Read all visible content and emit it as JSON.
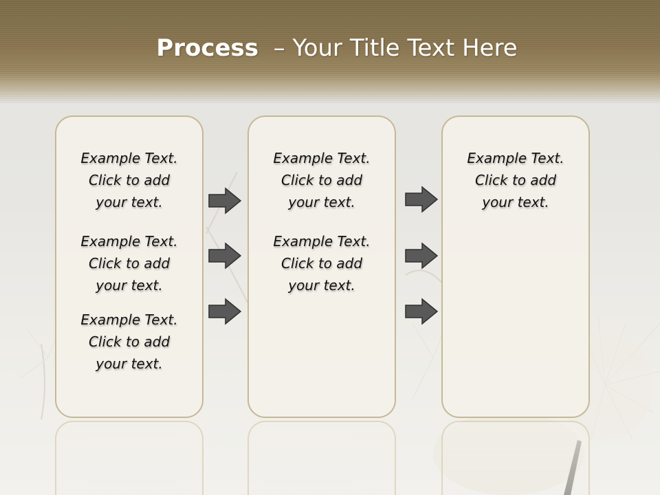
{
  "title": {
    "bold": "Process",
    "rest": "– Your Title Text Here"
  },
  "columns": [
    {
      "blocks": [
        {
          "line1": "Example Text.",
          "line2": "Click  to add",
          "line3": "your text."
        },
        {
          "line1": "Example Text.",
          "line2": "Click  to add",
          "line3": "your text."
        },
        {
          "line1": "Example Text.",
          "line2": "Click  to add",
          "line3": "your text."
        }
      ]
    },
    {
      "blocks": [
        {
          "line1": "Example Text.",
          "line2": "Click  to add",
          "line3": "your text."
        },
        {
          "line1": "Example Text.",
          "line2": "Click  to add",
          "line3": "your text."
        }
      ]
    },
    {
      "blocks": [
        {
          "line1": "Example Text.",
          "line2": "Click  to add",
          "line3": "your text."
        }
      ]
    }
  ],
  "icons": [
    "right-arrow-icon"
  ],
  "colors": {
    "banner": "#8a7650",
    "title_text": "#ffffff",
    "box_border": "#c6b896",
    "box_fill": "#f4f0e9",
    "arrow_fill": "#595959"
  }
}
